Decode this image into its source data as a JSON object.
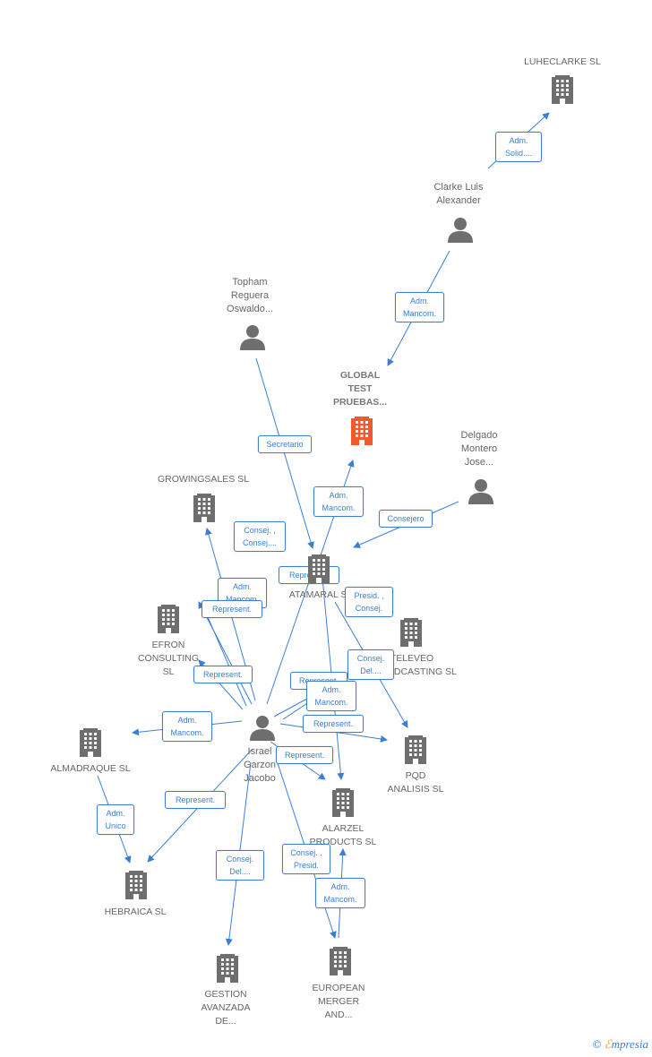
{
  "nodes": {
    "luheclarke": {
      "label": "LUHECLARKE SL",
      "type": "company"
    },
    "clarke": {
      "label": "Clarke Luis\nAlexander",
      "type": "person"
    },
    "topham": {
      "label": "Topham\nReguera\nOswaldo...",
      "type": "person"
    },
    "global": {
      "label": "GLOBAL\nTEST\nPRUEBAS...",
      "type": "focus"
    },
    "delgado": {
      "label": "Delgado\nMontero\nJose...",
      "type": "person"
    },
    "growingsales": {
      "label": "GROWINGSALES SL",
      "type": "company"
    },
    "atamaral": {
      "label": "ATAMARAL SL",
      "type": "company"
    },
    "efron": {
      "label": "EFRON\nCONSULTING\nSL",
      "type": "company"
    },
    "televeo": {
      "label": "TELEVEO\nBROADCASTING SL",
      "type": "company"
    },
    "almadraque": {
      "label": "ALMADRAQUE SL",
      "type": "company"
    },
    "israel": {
      "label": "Israel\nGarzon\nJacobo",
      "type": "person"
    },
    "pqd": {
      "label": "PQD\nANALISIS SL",
      "type": "company"
    },
    "alarzel": {
      "label": "ALARZEL\nPRODUCTS SL",
      "type": "company"
    },
    "hebraica": {
      "label": "HEBRAICA SL",
      "type": "company"
    },
    "gestion": {
      "label": "GESTION\nAVANZADA\nDE...",
      "type": "company"
    },
    "european": {
      "label": "EUROPEAN\nMERGER\nAND...",
      "type": "company"
    }
  },
  "edges": [
    {
      "from": "clarke",
      "to": "luheclarke",
      "label": "Adm.\nSolid...."
    },
    {
      "from": "clarke",
      "to": "global",
      "label": "Adm.\nMancom."
    },
    {
      "from": "topham",
      "to": "atamaral",
      "label": "Secretario"
    },
    {
      "from": "delgado",
      "to": "atamaral",
      "label": "Consejero"
    },
    {
      "from": "atamaral",
      "to": "global",
      "label": "Adm.\nMancom."
    },
    {
      "from": "israel",
      "to": "growingsales",
      "label": "Consej. ,\nConsej...."
    },
    {
      "from": "israel",
      "to": "atamaral",
      "label": "Represent."
    },
    {
      "from": "israel",
      "to": "efron",
      "label": "Adm.\nMancom."
    },
    {
      "from": "israel",
      "to": "efron",
      "label": "Represent."
    },
    {
      "from": "israel",
      "to": "efron",
      "label": "Represent."
    },
    {
      "from": "atamaral",
      "to": "pqd",
      "label": "Presid. ,\nConsej."
    },
    {
      "from": "israel",
      "to": "televeo",
      "label": "Consej.\nDel...."
    },
    {
      "from": "israel",
      "to": "almadraque",
      "label": "Adm.\nMancom."
    },
    {
      "from": "israel",
      "to": "alarzel",
      "label": "Represent."
    },
    {
      "from": "israel",
      "to": "pqd",
      "label": "Represent."
    },
    {
      "from": "atamaral",
      "to": "alarzel",
      "label": "Represent."
    },
    {
      "from": "israel",
      "to": "televeo",
      "label": "Adm.\nMancom."
    },
    {
      "from": "almadraque",
      "to": "hebraica",
      "label": "Adm.\nUnico"
    },
    {
      "from": "israel",
      "to": "hebraica",
      "label": "Represent."
    },
    {
      "from": "israel",
      "to": "gestion",
      "label": "Consej.\nDel...."
    },
    {
      "from": "israel",
      "to": "european",
      "label": "Consej. ,\nPresid."
    },
    {
      "from": "european",
      "to": "alarzel",
      "label": "Adm.\nMancom."
    }
  ],
  "colors": {
    "edge": "#3a7fd5",
    "company": "#6e6e6e",
    "focus": "#f15a2b",
    "person": "#6e6e6e",
    "label": "#666666"
  },
  "footer": {
    "copyright": "©",
    "brand_first": "ℰ",
    "brand_rest": "mpresia"
  }
}
